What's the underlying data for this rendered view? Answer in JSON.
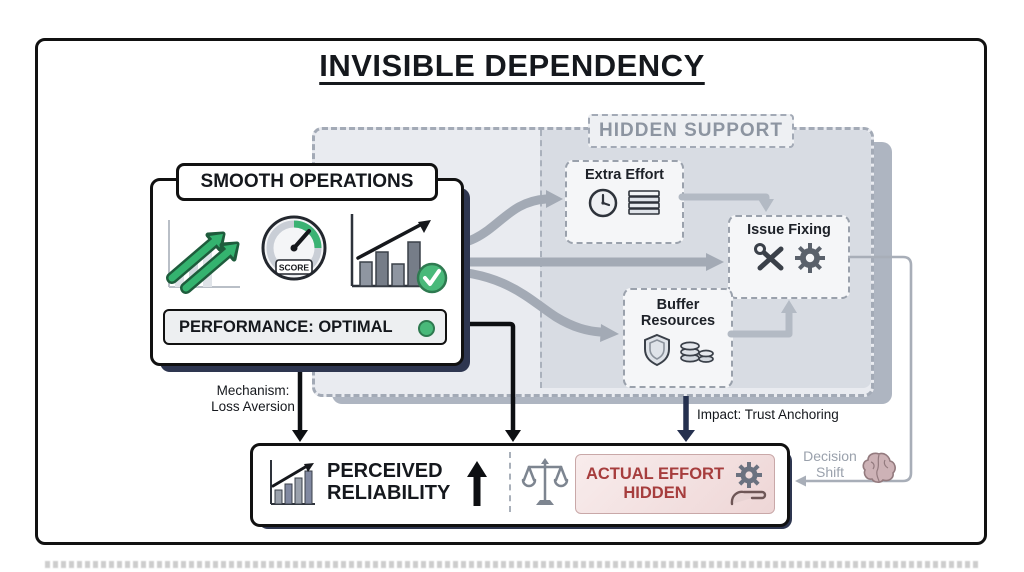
{
  "title": "INVISIBLE DEPENDENCY",
  "hidden_support": {
    "label": "HIDDEN SUPPORT",
    "extra_effort_label": "Extra Effort",
    "issue_fixing_label": "Issue Fixing",
    "buffer_line1": "Buffer",
    "buffer_line2": "Resources"
  },
  "smooth_operations": {
    "title": "SMOOTH OPERATIONS",
    "gauge_label": "SCORE",
    "status_label": "PERFORMANCE: OPTIMAL"
  },
  "annotations": {
    "mechanism_line1": "Mechanism:",
    "mechanism_line2": "Loss Aversion",
    "impact_label": "Impact: Trust Anchoring",
    "decision_line1": "Decision",
    "decision_line2": "Shift"
  },
  "outcome": {
    "perceived_line1": "PERCEIVED",
    "perceived_line2": "RELIABILITY",
    "actual_line1": "ACTUAL EFFORT",
    "actual_line2": "HIDDEN"
  },
  "colors": {
    "green": "#3bb273",
    "red_text": "#a63d3d",
    "navy_shadow": "#2e3650",
    "gray_arrow": "#a3aab5"
  }
}
